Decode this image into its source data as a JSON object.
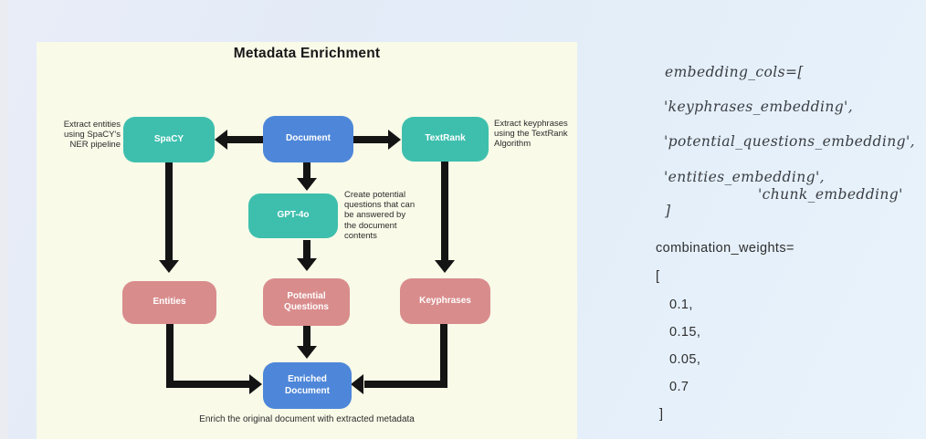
{
  "colors": {
    "teal": "#3ebfae",
    "blue": "#4e87d9",
    "pink": "#d98c8c",
    "panel_background": "#f9fae8",
    "arrow": "#141414",
    "page_background": "#e6eef8"
  },
  "diagram": {
    "title": "Metadata Enrichment",
    "nodes": {
      "spacy": {
        "label": "SpaCY",
        "color": "teal"
      },
      "document": {
        "label": "Document",
        "color": "blue"
      },
      "textrank": {
        "label": "TextRank",
        "color": "teal"
      },
      "gpt4o": {
        "label": "GPT-4o",
        "color": "teal"
      },
      "entities": {
        "label": "Entities",
        "color": "pink"
      },
      "potential_questions": {
        "label": "Potential Questions",
        "color": "pink"
      },
      "keyphrases": {
        "label": "Keyphrases",
        "color": "pink"
      },
      "enriched_document": {
        "label": "Enriched Document",
        "color": "blue"
      }
    },
    "annotations": {
      "spacy_note": "Extract entities using SpaCY's NER pipeline",
      "textrank_note": "Extract keyphrases using the TextRank Algorithm",
      "gpt4o_note": "Create potential questions that can be answered by the document contents",
      "caption": "Enrich the original document with extracted metadata"
    }
  },
  "code_panel": {
    "embedding_block": {
      "line1": "embedding_cols=[",
      "line2": "'keyphrases_embedding',",
      "line3": "'potential_questions_embedding',",
      "line4": "'entities_embedding',",
      "line5": "'chunk_embedding'",
      "line6": "]"
    },
    "weights_block": {
      "line1": "combination_weights=",
      "line2": "[",
      "line3": "0.1,",
      "line4": "0.15,",
      "line5": "0.05,",
      "line6": "0.7",
      "line7": "]"
    }
  }
}
